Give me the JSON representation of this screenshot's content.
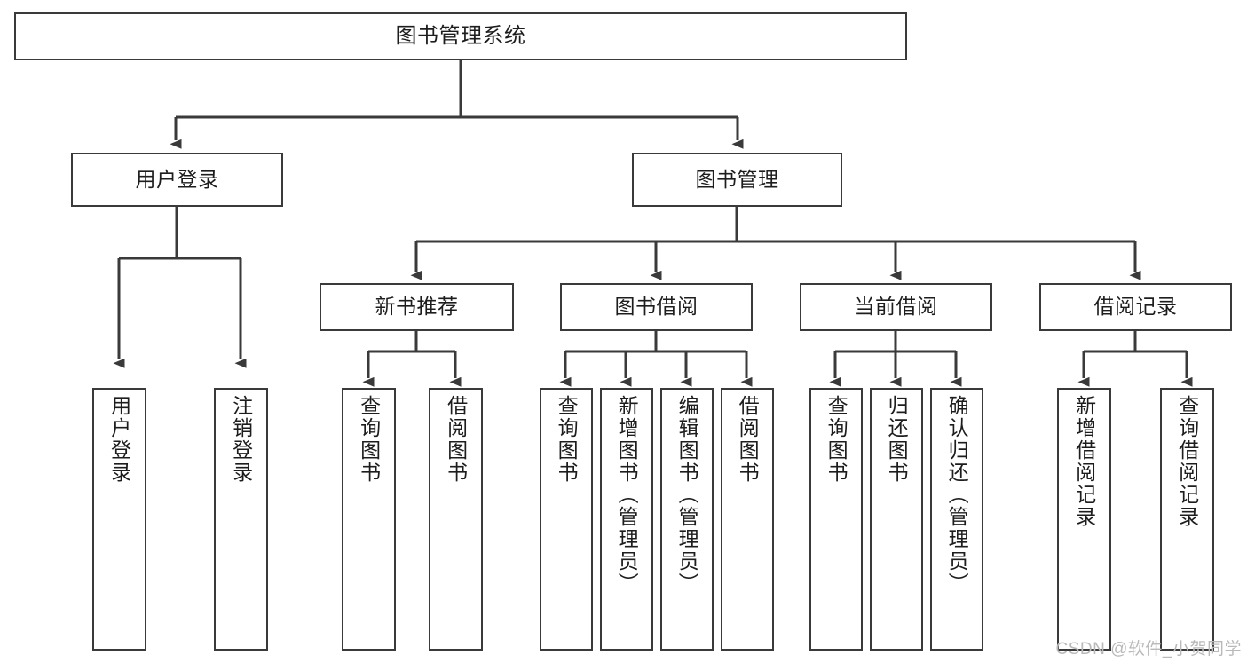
{
  "diagram": {
    "type": "tree",
    "title": "图书管理系统",
    "style": {
      "box_border_color": "#3a3a3a",
      "box_fill_color": "#ffffff",
      "edge_color": "#3a3a3a",
      "text_color": "#1d1d1d",
      "background": "#ffffff"
    },
    "nodes": {
      "root": {
        "label": "图书管理系统",
        "level": 1
      },
      "user_login": {
        "label": "用户登录",
        "level": 2
      },
      "book_manage": {
        "label": "图书管理",
        "level": 2
      },
      "new_book_rec": {
        "label": "新书推荐",
        "level": 3
      },
      "book_borrow": {
        "label": "图书借阅",
        "level": 3
      },
      "current_borrow": {
        "label": "当前借阅",
        "level": 3
      },
      "borrow_record": {
        "label": "借阅记录",
        "level": 3
      },
      "leaf_user_login": {
        "label": "用户登录",
        "level": 4
      },
      "leaf_logout": {
        "label": "注销登录",
        "level": 4
      },
      "leaf_query_book_1": {
        "label": "查询图书",
        "level": 4
      },
      "leaf_borrow_book_1": {
        "label": "借阅图书",
        "level": 4
      },
      "leaf_query_book_2": {
        "label": "查询图书",
        "level": 4
      },
      "leaf_add_book": {
        "label": "新增图书（管理员）",
        "level": 4
      },
      "leaf_edit_book": {
        "label": "编辑图书（管理员）",
        "level": 4
      },
      "leaf_borrow_book_2": {
        "label": "借阅图书",
        "level": 4
      },
      "leaf_query_book_3": {
        "label": "查询图书",
        "level": 4
      },
      "leaf_return_book": {
        "label": "归还图书",
        "level": 4
      },
      "leaf_confirm_return": {
        "label": "确认归还（管理员）",
        "level": 4
      },
      "leaf_add_record": {
        "label": "新增借阅记录",
        "level": 4
      },
      "leaf_query_record": {
        "label": "查询借阅记录",
        "level": 4
      }
    },
    "edges": [
      {
        "from": "root",
        "to": "user_login"
      },
      {
        "from": "root",
        "to": "book_manage"
      },
      {
        "from": "user_login",
        "to": "leaf_user_login"
      },
      {
        "from": "user_login",
        "to": "leaf_logout"
      },
      {
        "from": "book_manage",
        "to": "new_book_rec"
      },
      {
        "from": "book_manage",
        "to": "book_borrow"
      },
      {
        "from": "book_manage",
        "to": "current_borrow"
      },
      {
        "from": "book_manage",
        "to": "borrow_record"
      },
      {
        "from": "new_book_rec",
        "to": "leaf_query_book_1"
      },
      {
        "from": "new_book_rec",
        "to": "leaf_borrow_book_1"
      },
      {
        "from": "book_borrow",
        "to": "leaf_query_book_2"
      },
      {
        "from": "book_borrow",
        "to": "leaf_add_book"
      },
      {
        "from": "book_borrow",
        "to": "leaf_edit_book"
      },
      {
        "from": "book_borrow",
        "to": "leaf_borrow_book_2"
      },
      {
        "from": "current_borrow",
        "to": "leaf_query_book_3"
      },
      {
        "from": "current_borrow",
        "to": "leaf_return_book"
      },
      {
        "from": "current_borrow",
        "to": "leaf_confirm_return"
      },
      {
        "from": "borrow_record",
        "to": "leaf_add_record"
      },
      {
        "from": "borrow_record",
        "to": "leaf_query_record"
      }
    ]
  },
  "watermark": {
    "text": "CSDN @软件_小贺同学"
  }
}
